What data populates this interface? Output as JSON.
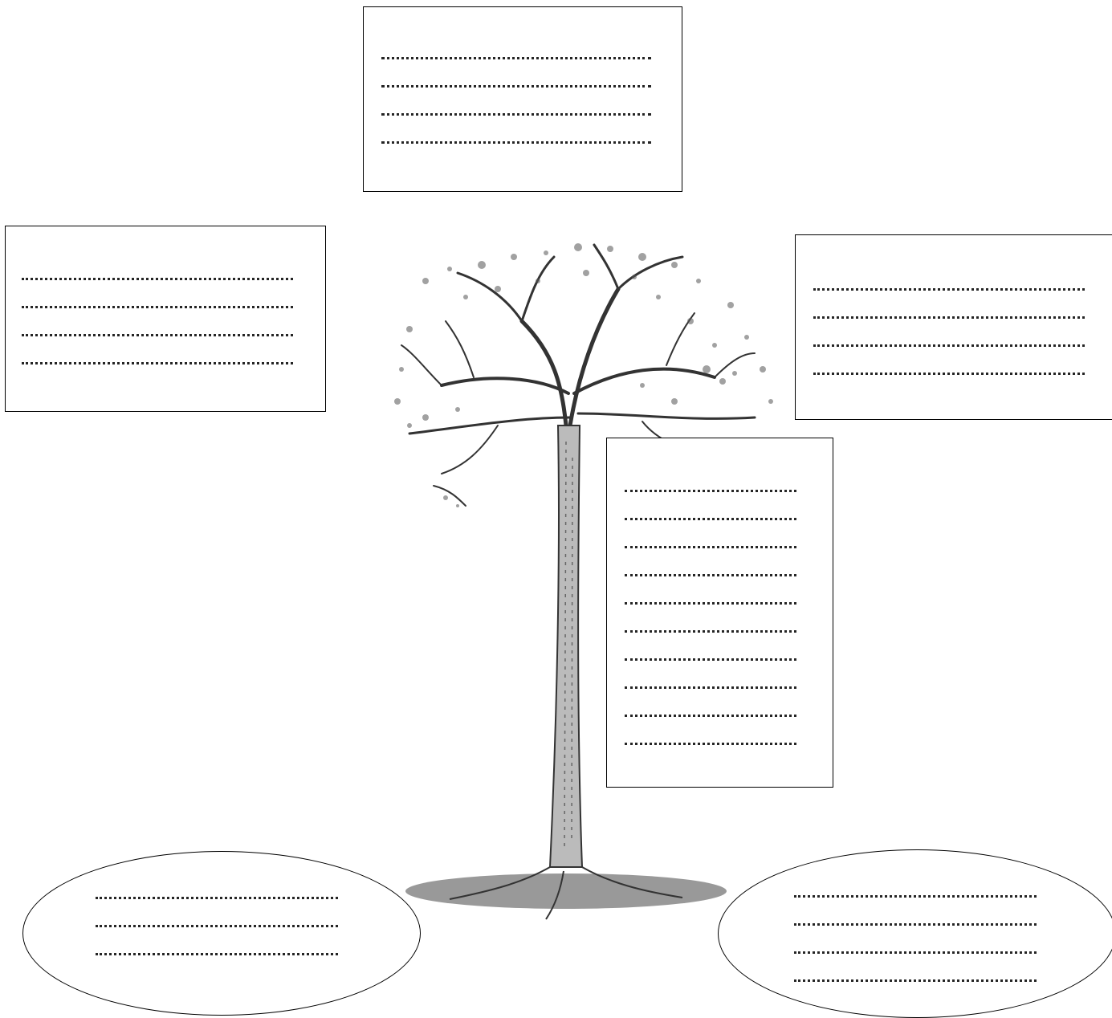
{
  "worksheet": {
    "boxes": [
      {
        "id": "top",
        "lines": 4
      },
      {
        "id": "left",
        "lines": 4
      },
      {
        "id": "right",
        "lines": 4
      },
      {
        "id": "trunk",
        "lines": 10
      }
    ],
    "ovals": [
      {
        "id": "left",
        "lines": 3
      },
      {
        "id": "right",
        "lines": 4
      }
    ]
  },
  "colors": {
    "ink": "#000000",
    "background": "#ffffff"
  }
}
